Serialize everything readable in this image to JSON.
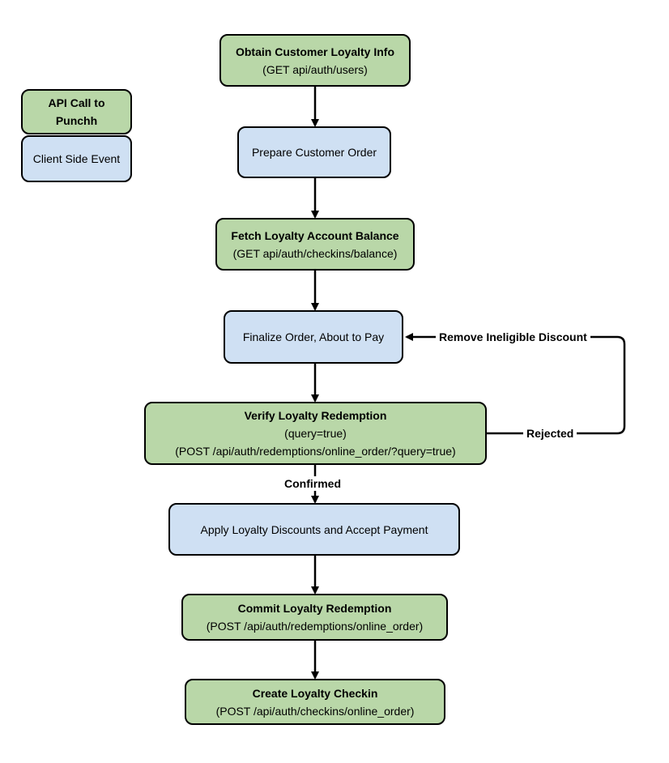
{
  "legend": {
    "api_call": "API Call to Punchh",
    "client_event": "Client Side Event"
  },
  "nodes": {
    "obtain_loyalty_info": {
      "title": "Obtain Customer Loyalty Info",
      "subtitle": "(GET api/auth/users)"
    },
    "prepare_order": {
      "title": "Prepare Customer Order"
    },
    "fetch_balance": {
      "title": "Fetch Loyalty Account Balance",
      "subtitle": "(GET api/auth/checkins/balance)"
    },
    "finalize_order": {
      "title": "Finalize Order, About to Pay"
    },
    "verify_redemption": {
      "title": "Verify Loyalty Redemption",
      "line2": "(query=true)",
      "line3": "(POST /api/auth/redemptions/online_order/?query=true)"
    },
    "apply_discounts": {
      "title": "Apply Loyalty Discounts and Accept Payment"
    },
    "commit_redemption": {
      "title": "Commit Loyalty Redemption",
      "subtitle": "(POST /api/auth/redemptions/online_order)"
    },
    "create_checkin": {
      "title": "Create Loyalty Checkin",
      "subtitle": "(POST /api/auth/checkins/online_order)"
    }
  },
  "edge_labels": {
    "remove_discount": "Remove Ineligible Discount",
    "rejected": "Rejected",
    "confirmed": "Confirmed"
  },
  "colors": {
    "api_fill": "#b9d7a8",
    "client_fill": "#cfe0f3",
    "stroke": "#000000"
  }
}
